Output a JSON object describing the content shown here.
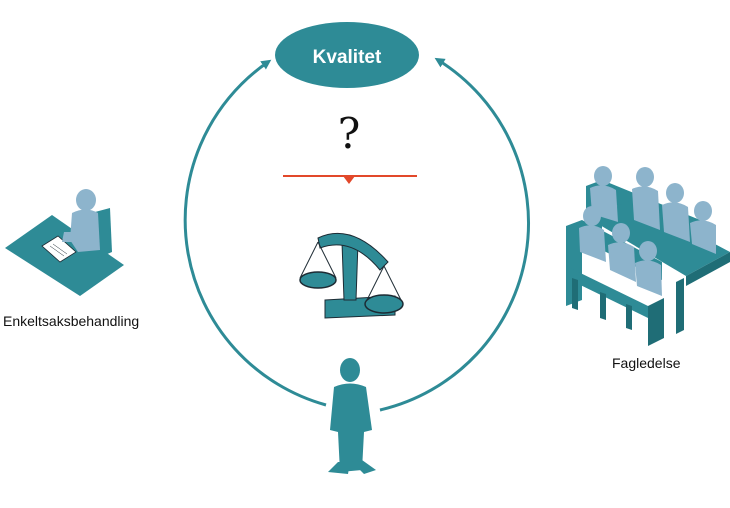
{
  "center": {
    "label": "Kvalitet",
    "question": "?"
  },
  "left": {
    "label": "Enkeltsaksbehandling",
    "icon": "person-at-desk-icon"
  },
  "right": {
    "label": "Fagledelse",
    "icon": "group-meeting-icon"
  },
  "middle": {
    "icon": "scales-icon"
  },
  "bottom": {
    "icon": "standing-person-icon"
  },
  "colors": {
    "teal": "#2e8b96",
    "light_blue": "#8db4cc",
    "red_line": "#e2482a",
    "dark_stroke": "#1d2b34"
  }
}
